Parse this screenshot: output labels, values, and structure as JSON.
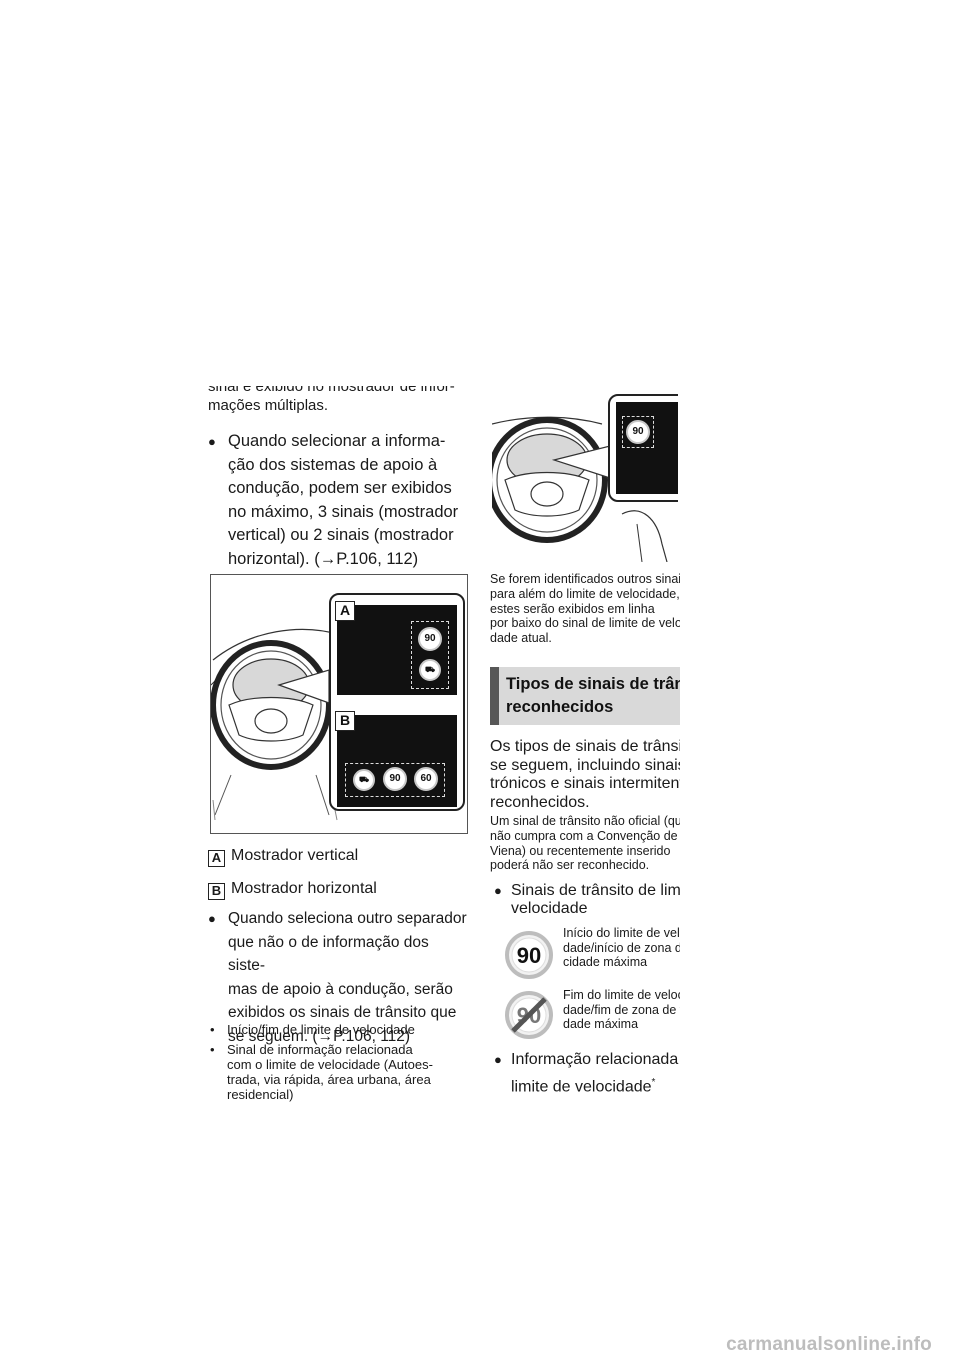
{
  "left_column": {
    "cut_line1": "sinal é exibido no mostrador de infor-",
    "cut_line2": "mações múltiplas.",
    "bullet_driving_support": {
      "lines": [
        "Quando selecionar a informa-",
        "ção dos sistemas de apoio à",
        "condução, podem ser exibidos",
        "no máximo, 3 sinais (mostrador",
        "vertical) ou 2 sinais (mostrador",
        "horizontal). (→P.106, 112)"
      ]
    },
    "figure1": {
      "tag_a": "A",
      "tag_b": "B",
      "sign_90": "90",
      "sign_60": "60"
    },
    "legend": [
      {
        "key": "A",
        "label": "Mostrador vertical"
      },
      {
        "key": "B",
        "label": "Mostrador horizontal"
      }
    ],
    "bullet_other_tab": {
      "lines": [
        "Quando seleciona outro separador",
        "que não o de informação dos siste-",
        "mas de apoio à condução, serão",
        "exibidos os sinais de trânsito que",
        "se seguem. (→P.106, 112)"
      ]
    },
    "small_items": [
      {
        "lines": [
          "Início/fim de limite de velocidade"
        ]
      },
      {
        "lines": [
          "Sinal de informação relacionada",
          "com o limite de velocidade (Autoes-",
          "trada, via rápida, área urbana, área",
          "residencial)"
        ]
      }
    ]
  },
  "right_column": {
    "figure2": {
      "sign_90": "90"
    },
    "caption_lines": [
      "Se forem identificados outros sinais",
      "para além do limite de velocidade,",
      "estes serão exibidos em linha",
      "por baixo do sinal de limite de veloci-",
      "dade atual."
    ],
    "section_title_line1": "Tipos de sinais de trânsito",
    "section_title_line2": "reconhecidos",
    "intro_lines": [
      "Os tipos de sinais de trânsito que",
      "se seguem, incluindo sinais elec-",
      "trónicos e sinais intermitentes, são",
      "reconhecidos."
    ],
    "note_lines": [
      "Um sinal de trânsito não oficial (que",
      "não cumpra com a Convenção de",
      "Viena) ou recentemente inserido",
      "poderá não ser reconhecido."
    ],
    "bullet_speed_limit": {
      "lines": [
        "Sinais de trânsito de limite de",
        "velocidade"
      ]
    },
    "sign_rows": [
      {
        "sign": "90",
        "lines": [
          "Início do limite de veloci-",
          "dade/início de zona de velo-",
          "cidade máxima"
        ]
      },
      {
        "sign": "90",
        "lines": [
          "Fim do limite de veloci-",
          "dade/fim de zona de veloci-",
          "dade máxima"
        ]
      }
    ],
    "bullet_related_info": {
      "lines": [
        "Informação relacionada com o",
        "limite de velocidade"
      ],
      "asterisk": "*"
    }
  },
  "watermark": "carmanualsonline.info",
  "colors": {
    "section_bar": "#575757",
    "section_bg": "#d9d9d9",
    "screen": "#111111",
    "watermark": "#bdbdbd"
  }
}
